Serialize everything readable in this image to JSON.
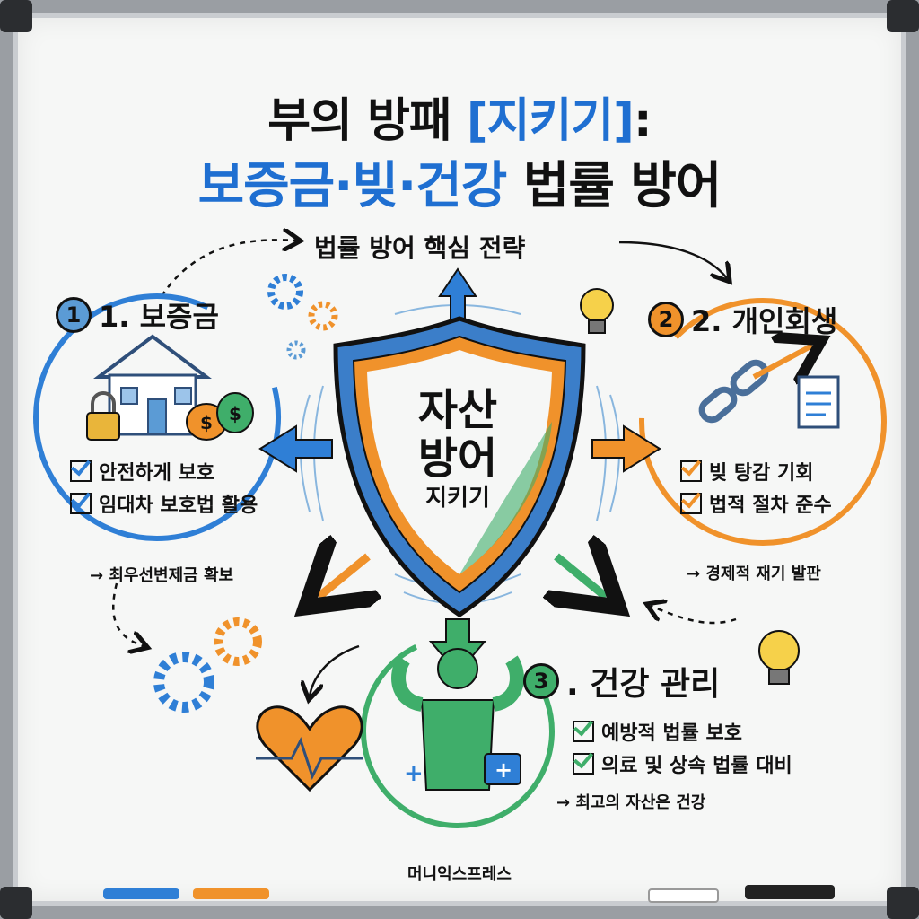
{
  "title": {
    "line1_prefix": "부의 방패 ",
    "line1_highlight": "[지키기]",
    "line1_suffix": ":",
    "line2_highlight": "보증금·빚·건강",
    "line2_suffix": " 법률 방어"
  },
  "strategy_label": "법률 방어 핵심 전략",
  "center": {
    "line1": "자산",
    "line2": "방어",
    "line3": "지키기"
  },
  "sections": [
    {
      "number": "1",
      "title": "1. 보증금",
      "checks": [
        "안전하게 보호",
        "임대차 보호법 활용"
      ],
      "note": "최우선변제금 확보",
      "color": "#2f7fd6"
    },
    {
      "number": "2",
      "title": "2. 개인회생",
      "checks": [
        "빚 탕감 기회",
        "법적 절차 준수"
      ],
      "note": "경제적 재기 발판",
      "color": "#f0922b"
    },
    {
      "number": "3",
      "title": ". 건강 관리",
      "checks": [
        "예방적 법률 보호",
        "의료 및 상속 법률 대비"
      ],
      "note": "최고의 자산은 건강",
      "color": "#3fae6a"
    }
  ],
  "footer": "머니익스프레스",
  "icons": [
    "house-icon",
    "padlock-icon",
    "money-bag-icon",
    "gear-icon",
    "lightbulb-icon",
    "broken-chain-icon",
    "document-icon",
    "heart-pulse-icon",
    "strong-person-icon",
    "medical-kit-icon",
    "shield-icon"
  ]
}
